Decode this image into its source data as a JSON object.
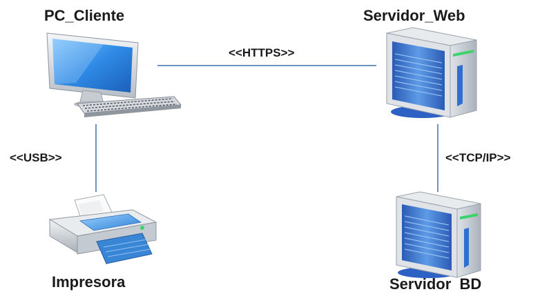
{
  "nodes": {
    "pc_cliente": "PC_Cliente",
    "servidor_web": "Servidor_Web",
    "impresora": "Impresora",
    "servidor_bd": "Servidor  BD"
  },
  "connections": {
    "https": "<<HTTPS>>",
    "usb": "<<USB>>",
    "tcpip": "<<TCP/IP>>"
  },
  "colors": {
    "line": "#3b6fb0",
    "screen": "#2f7fd6",
    "tower": "#3a6fc9"
  }
}
